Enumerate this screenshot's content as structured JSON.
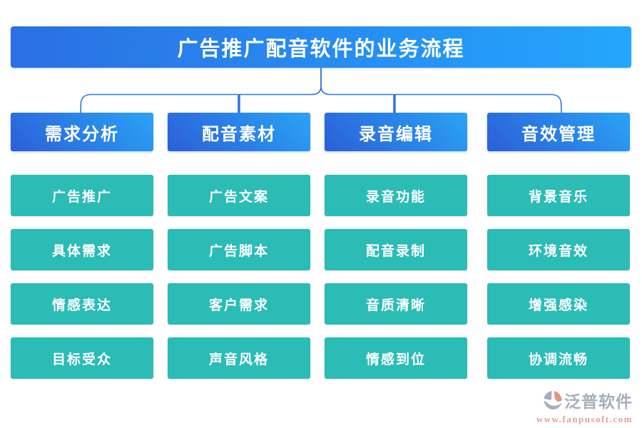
{
  "page": {
    "title": "广告推广配音软件的业务流程"
  },
  "columns": [
    {
      "header": "需求分析",
      "items": [
        "广告推广",
        "具体需求",
        "情感表达",
        "目标受众"
      ]
    },
    {
      "header": "配音素材",
      "items": [
        "广告文案",
        "广告脚本",
        "客户需求",
        "声音风格"
      ]
    },
    {
      "header": "录音编辑",
      "items": [
        "录音功能",
        "配音录制",
        "音质清晰",
        "情感到位"
      ]
    },
    {
      "header": "音效管理",
      "items": [
        "背景音乐",
        "环境音效",
        "增强感染",
        "协调流畅"
      ]
    }
  ],
  "watermark": {
    "brand": "泛普软件",
    "url": "www.fanpusoft.com",
    "icon": "fanpu-swirl-icon"
  },
  "colors": {
    "banner-left": "#2b6fe4",
    "banner-right": "#23a7fd",
    "header-dark": "#2b5fd8",
    "header-light": "#2aa3f6",
    "node-teal": "#2abcb5",
    "connector": "#2e73e2",
    "brand-gray": "#97a0b2",
    "brand-salmon": "#e08e90",
    "brand-icon-salmon": "#e0826a"
  }
}
